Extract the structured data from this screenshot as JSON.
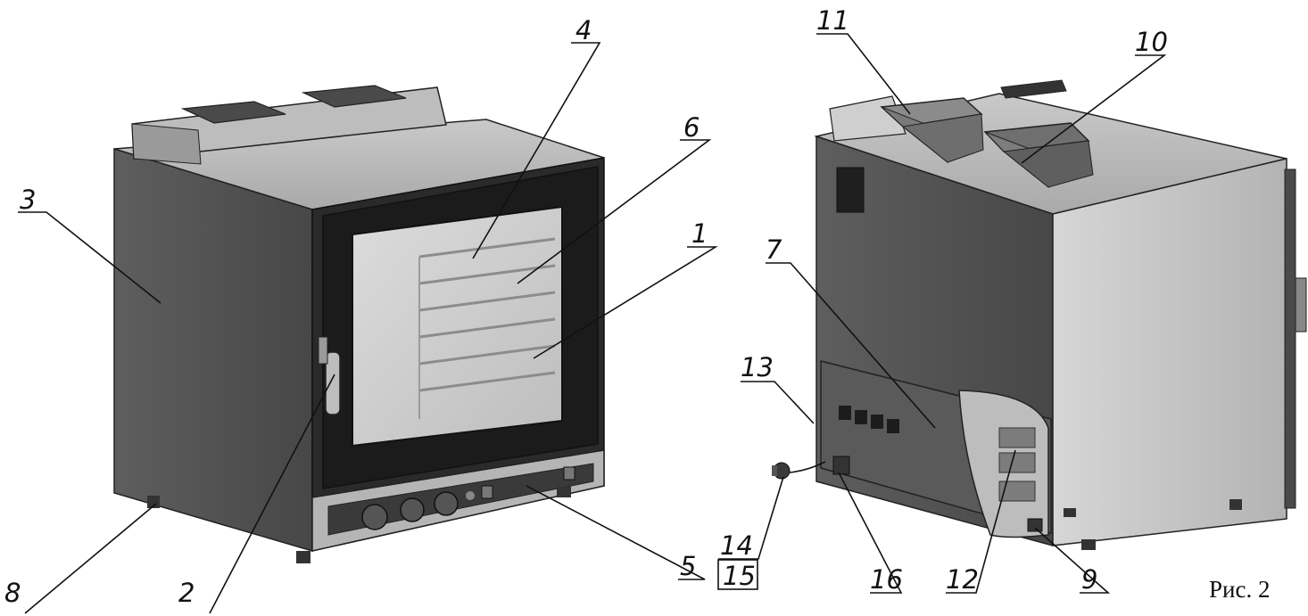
{
  "figure_label": "Рис. 2",
  "callouts": {
    "c1": "1",
    "c2": "2",
    "c3": "3",
    "c4": "4",
    "c5": "5",
    "c6": "6",
    "c7": "7",
    "c8": "8",
    "c9": "9",
    "c10": "10",
    "c11": "11",
    "c12": "12",
    "c13": "13",
    "c14": "14",
    "c15": "15",
    "c16": "16"
  },
  "colors": {
    "body_dark": "#505050",
    "body_side": "#6a6a6a",
    "top_panel": "#b8b8b8",
    "light_panel": "#c4c4c4",
    "glass": "#d2d2d2",
    "frame": "#1e1e1e"
  }
}
